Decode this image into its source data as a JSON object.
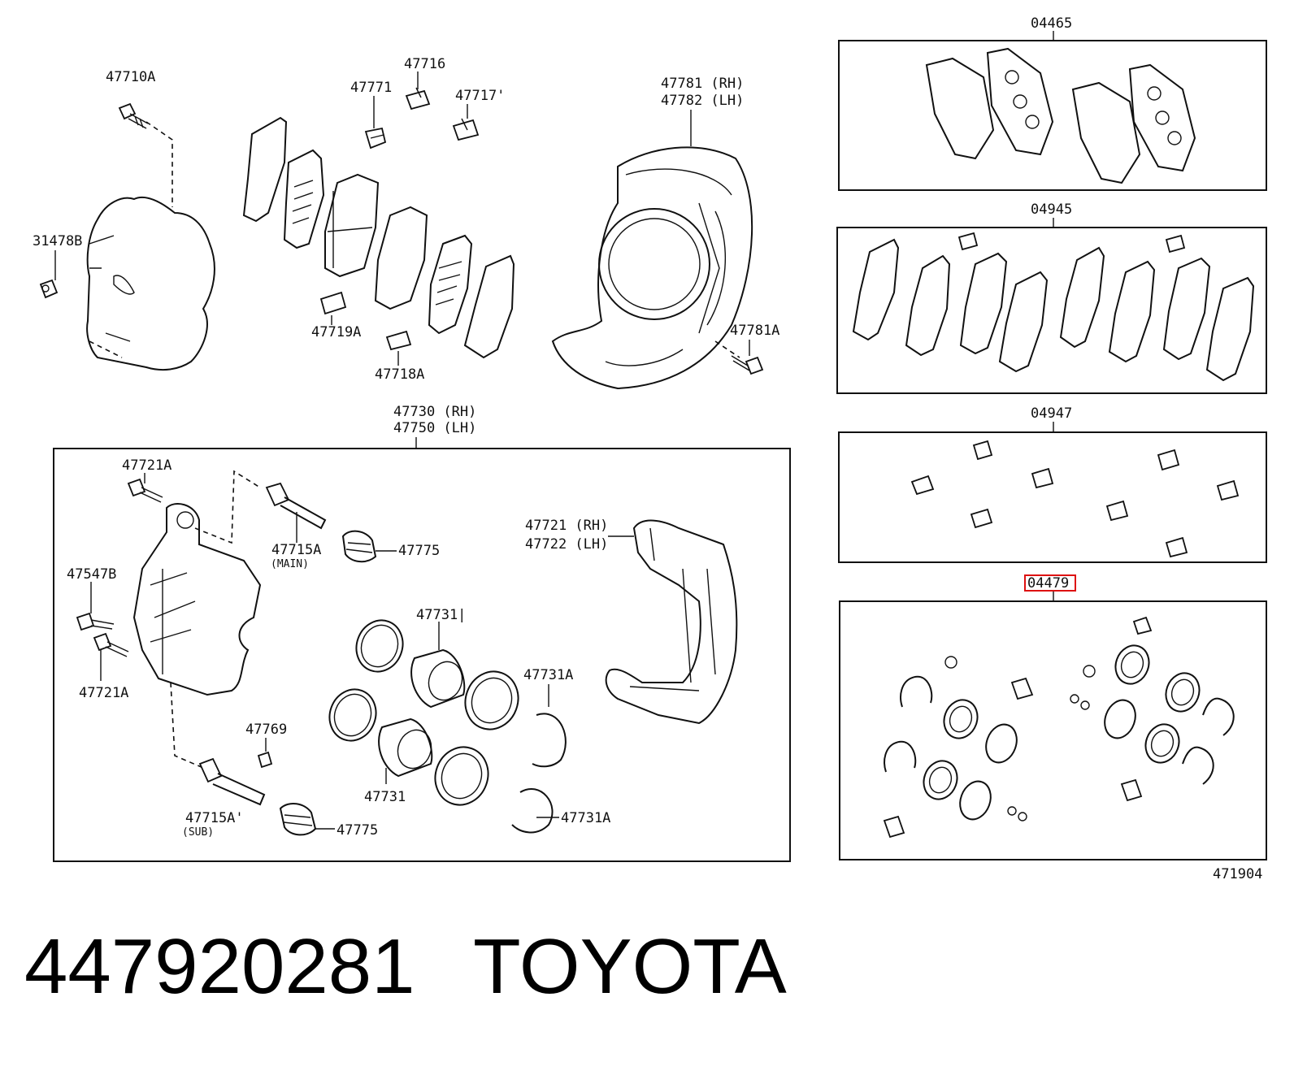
{
  "diagram": {
    "labels": {
      "p47710A": "47710A",
      "p31478B": "31478B",
      "p47771": "47771",
      "p47716": "47716",
      "p47717": "47717'",
      "p47719A": "47719A",
      "p47718A": "47718A",
      "p47781rh": "47781 (RH)",
      "p47782lh": "47782 (LH)",
      "p47781A": "47781A",
      "p47730rh": "47730 (RH)",
      "p47750lh": "47750 (LH)",
      "p47721A_top": "47721A",
      "p47547B": "47547B",
      "p47721A_bot": "47721A",
      "p47715A": "47715A",
      "p47715A_main": "(MAIN)",
      "p47775_top": "47775",
      "p47769": "47769",
      "p47715A_sub": "47715A'",
      "p47715A_sub_note": "(SUB)",
      "p47775_bot": "47775",
      "p47731_top": "47731|",
      "p47731_bot": "47731",
      "p47731A_top": "47731A",
      "p47731A_bot": "47731A",
      "p47721rh": "47721 (RH)",
      "p47722lh": "47722 (LH)",
      "k04465": "04465",
      "k04945": "04945",
      "k04947": "04947",
      "k04479": "04479",
      "ref": "471904"
    },
    "highlighted": "04479",
    "highlight_color": "#dd1111"
  },
  "caption": {
    "part_number": "447920281",
    "brand": "TOYOTA"
  }
}
